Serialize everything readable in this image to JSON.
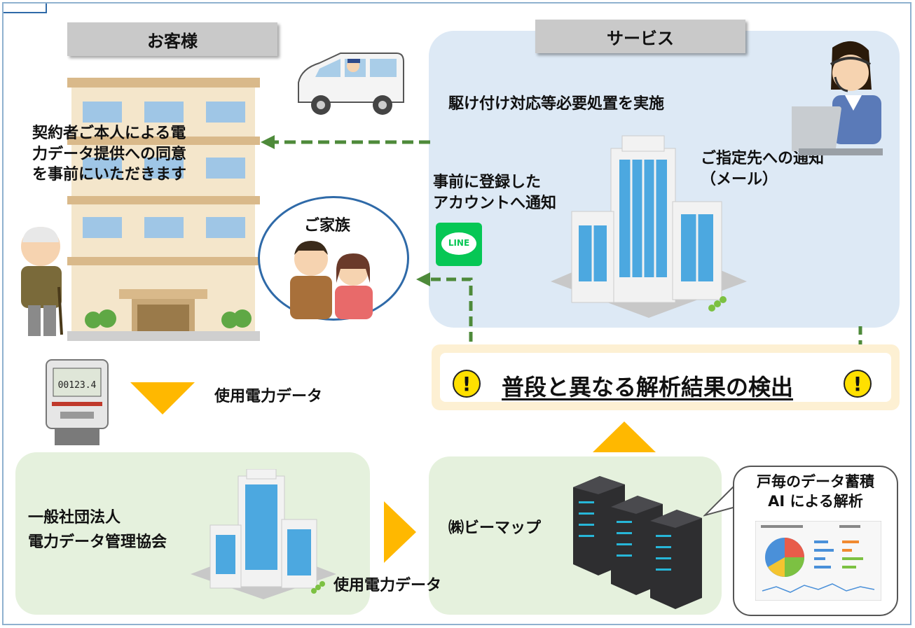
{
  "headers": {
    "customer": "お客様",
    "service": "サービス"
  },
  "customer": {
    "consent_lines": [
      "契約者ご本人による電",
      "力データ提供への同意",
      "を事前にいただきます"
    ]
  },
  "service": {
    "dispatch": "駆け付け対応等必要処置を実施",
    "notify_lines": [
      "ご指定先への通知",
      "（メール）"
    ],
    "account_lines": [
      "事前に登録した",
      "アカウントへ通知"
    ],
    "line_logo": "LINE"
  },
  "family": {
    "label": "ご家族"
  },
  "alert": {
    "text": "普段と異なる解析結果の検出",
    "warn_symbol": "!"
  },
  "flow": {
    "usage_top": "使用電力データ",
    "usage_bottom": "使用電力データ"
  },
  "association": {
    "lines": [
      "一般社団法人",
      "電力データ管理協会"
    ]
  },
  "company": {
    "name": "㈱ビーマップ"
  },
  "analysis": {
    "lines": [
      "戸毎のデータ蓄積",
      "AI による解析"
    ]
  },
  "meter": {
    "display": "00123.4"
  },
  "colors": {
    "arrow_orange": "#ffb800",
    "dash_green": "#4e8a3a",
    "accent_blue": "#2f6aa8"
  },
  "icons": [
    "van-icon",
    "operator-icon",
    "building-icon",
    "apartment-icon",
    "elderly-person-icon",
    "family-couple-icon",
    "line-logo-icon",
    "warning-icon",
    "server-icon",
    "chart-icon",
    "electric-meter-icon"
  ]
}
